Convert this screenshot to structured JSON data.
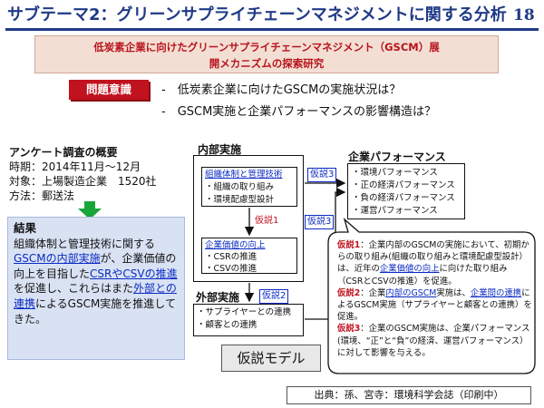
{
  "slide": {
    "title": "サブテーマ2：グリーンサプライチェーンマネジメントに関する分析",
    "page_number": "18"
  },
  "banner": {
    "line1": "低炭素企業に向けたグリーンサプライチェーンマネジメント（GSCM）展",
    "line2": "開メカニズムの探索研究"
  },
  "problem": {
    "label": "問題意識",
    "questions": [
      "-　低炭素企業に向けたGSCMの実施状況は？",
      "-　GSCM実施と企業パフォーマンスの影響構造は？"
    ]
  },
  "survey": {
    "heading": "アンケート調査の概要",
    "lines": [
      "時期：2014年11月～12月",
      "対象：上場製造企業　1520社",
      "方法：郵送法"
    ]
  },
  "result": {
    "title": "結果",
    "p1": "組織体制と管理技術に関する",
    "p2": "GSCMの内部実施",
    "p3": "が、企業価値の向上を目指し",
    "p4": "た",
    "p5": "CSRやCSVの推進",
    "p6": "を促進し、これらはまた",
    "p7": "外部との連携",
    "p8": "によるGSCM実施を推進してきた。"
  },
  "model": {
    "inner_label": "内部実施",
    "org": {
      "title": "組織体制と管理技術",
      "items": [
        "・組織の取り組み",
        "・環境配慮型設計"
      ]
    },
    "value": {
      "title": "企業価値の向上",
      "items": [
        "・CSRの推進",
        "・CSVの推進"
      ]
    },
    "outer_label": "外部実施",
    "outer_items": [
      "・サプライヤーとの連携",
      "・顧客との連携"
    ],
    "hyp1": "仮説1",
    "hyp2": "仮説2",
    "hyp3": "仮説3",
    "model_label": "仮説モデル",
    "perf_label": "企業パフォーマンス",
    "perf_items": [
      "・環境パフォーマンス",
      "・正の経済パフォーマンス",
      "・負の経済パフォーマンス",
      "・運営パフォーマンス"
    ]
  },
  "bubble": {
    "h1_tag": "仮説1",
    "h1_a": "：企業内部のGSCMの実施において、初期からの取り組み(組織の取り組みと環境配慮型設計）は、近年の",
    "h1_b": "企業価値の向上",
    "h1_c": "に向けた取り組み（CSRとCSVの推進）を促進。",
    "h2_tag": "仮説2",
    "h2_a": "：企業",
    "h2_b": "内部のGSCM",
    "h2_c": "実施は、",
    "h2_d": "企業間の連携",
    "h2_e": "によるGSCM実施（サプライヤーと顧客との連携）を促進。",
    "h3_tag": "仮説3",
    "h3_a": "：企業のGSCM実施は、企業パフォーマンス(環境、“正”と“負”の経済、運営パフォーマンス）に対して影響を与える。"
  },
  "source": "出典：孫、宮寺：環境科学会誌（印刷中）",
  "colors": {
    "title_blue": "#1f3a86",
    "accent_red": "#c1121f",
    "link_blue": "#0c2bc4",
    "banner_bg": "#f3ded3",
    "result_bg": "#d9e2f3",
    "arrow_green": "#1aa53a"
  }
}
